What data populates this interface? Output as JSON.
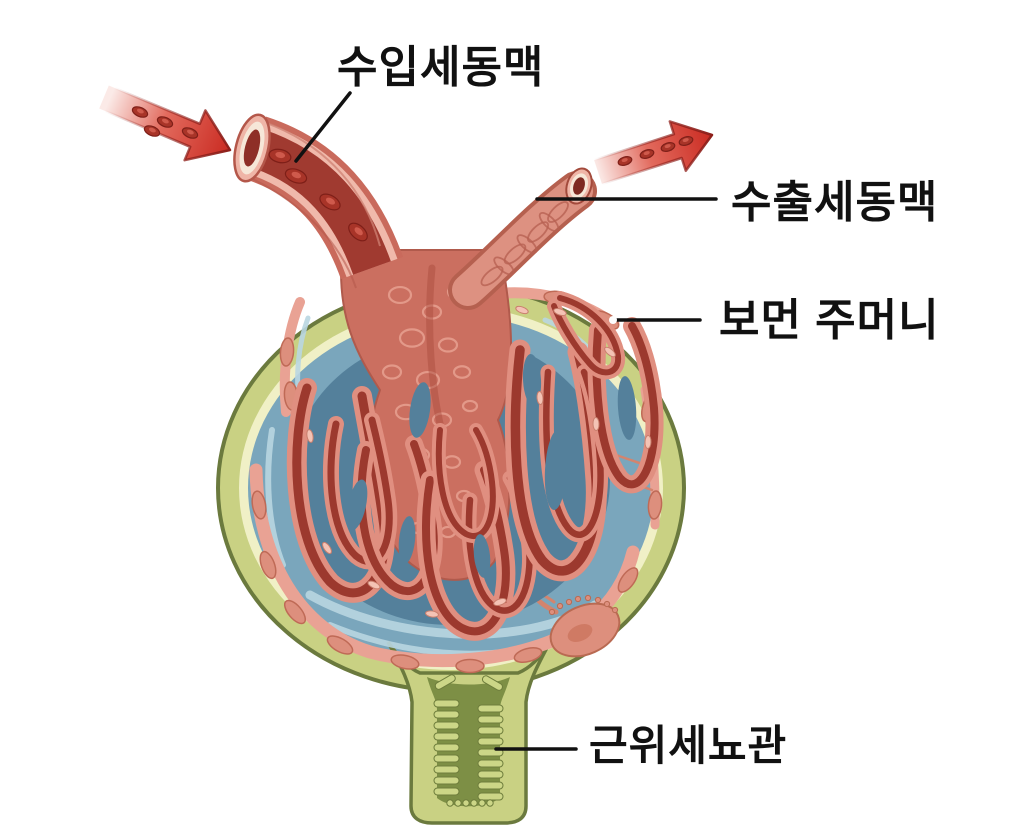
{
  "diagram": {
    "labels": {
      "afferent_arteriole": "수입세동맥",
      "efferent_arteriole": "수출세동맥",
      "bowman_capsule": "보먼 주머니",
      "proximal_tubule": "근위세뇨관"
    },
    "icons": {
      "inflow_arrow": "blood-flow-in-arrow",
      "outflow_arrow": "blood-flow-out-arrow"
    },
    "colors": {
      "label_text": "#111111",
      "leader_line": "#111111",
      "arrow_red": "#ca2b22",
      "arrow_outline": "#8e1f1a",
      "vessel_outer": "#c96a5c",
      "vessel_wall": "#f0b9ab",
      "vessel_lumen": "#a03a30",
      "rbc": "#a83428",
      "capsule_outline": "#6b7a3e",
      "capsule_green": "#c9d183",
      "capsule_cream": "#f0f0c6",
      "bowman_blue": "#7aa6bc",
      "bowman_streak": "#b9d6e1",
      "glomerulus_gap_blue": "#54809b",
      "glomerulus_tissue": "#cb6f60",
      "capillary_outer": "#e08f80",
      "capillary_inner": "#9c392e",
      "lining_pink": "#e9a294",
      "lining_cell": "#dd8f7d",
      "tubule_wall": "#c9d183",
      "tubule_lumen": "#7d8f45",
      "microvilli": "#ccd687"
    }
  }
}
